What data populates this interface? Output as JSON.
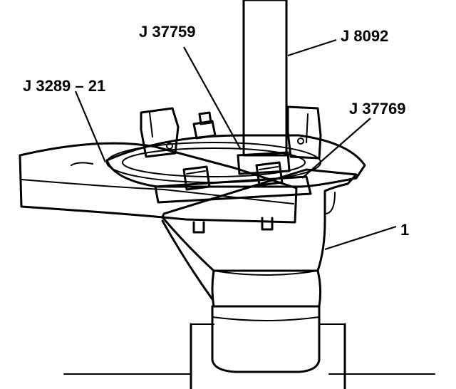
{
  "labels": {
    "j37759": "J 37759",
    "j8092": "J 8092",
    "j3289": "J 3289 – 21",
    "j37769": "J 37769",
    "part1": "1"
  },
  "colors": {
    "ink": "#000000",
    "stipple_dark": "#5a5a5a",
    "stipple_mid": "#9a9a9a",
    "paper": "#ffffff"
  }
}
